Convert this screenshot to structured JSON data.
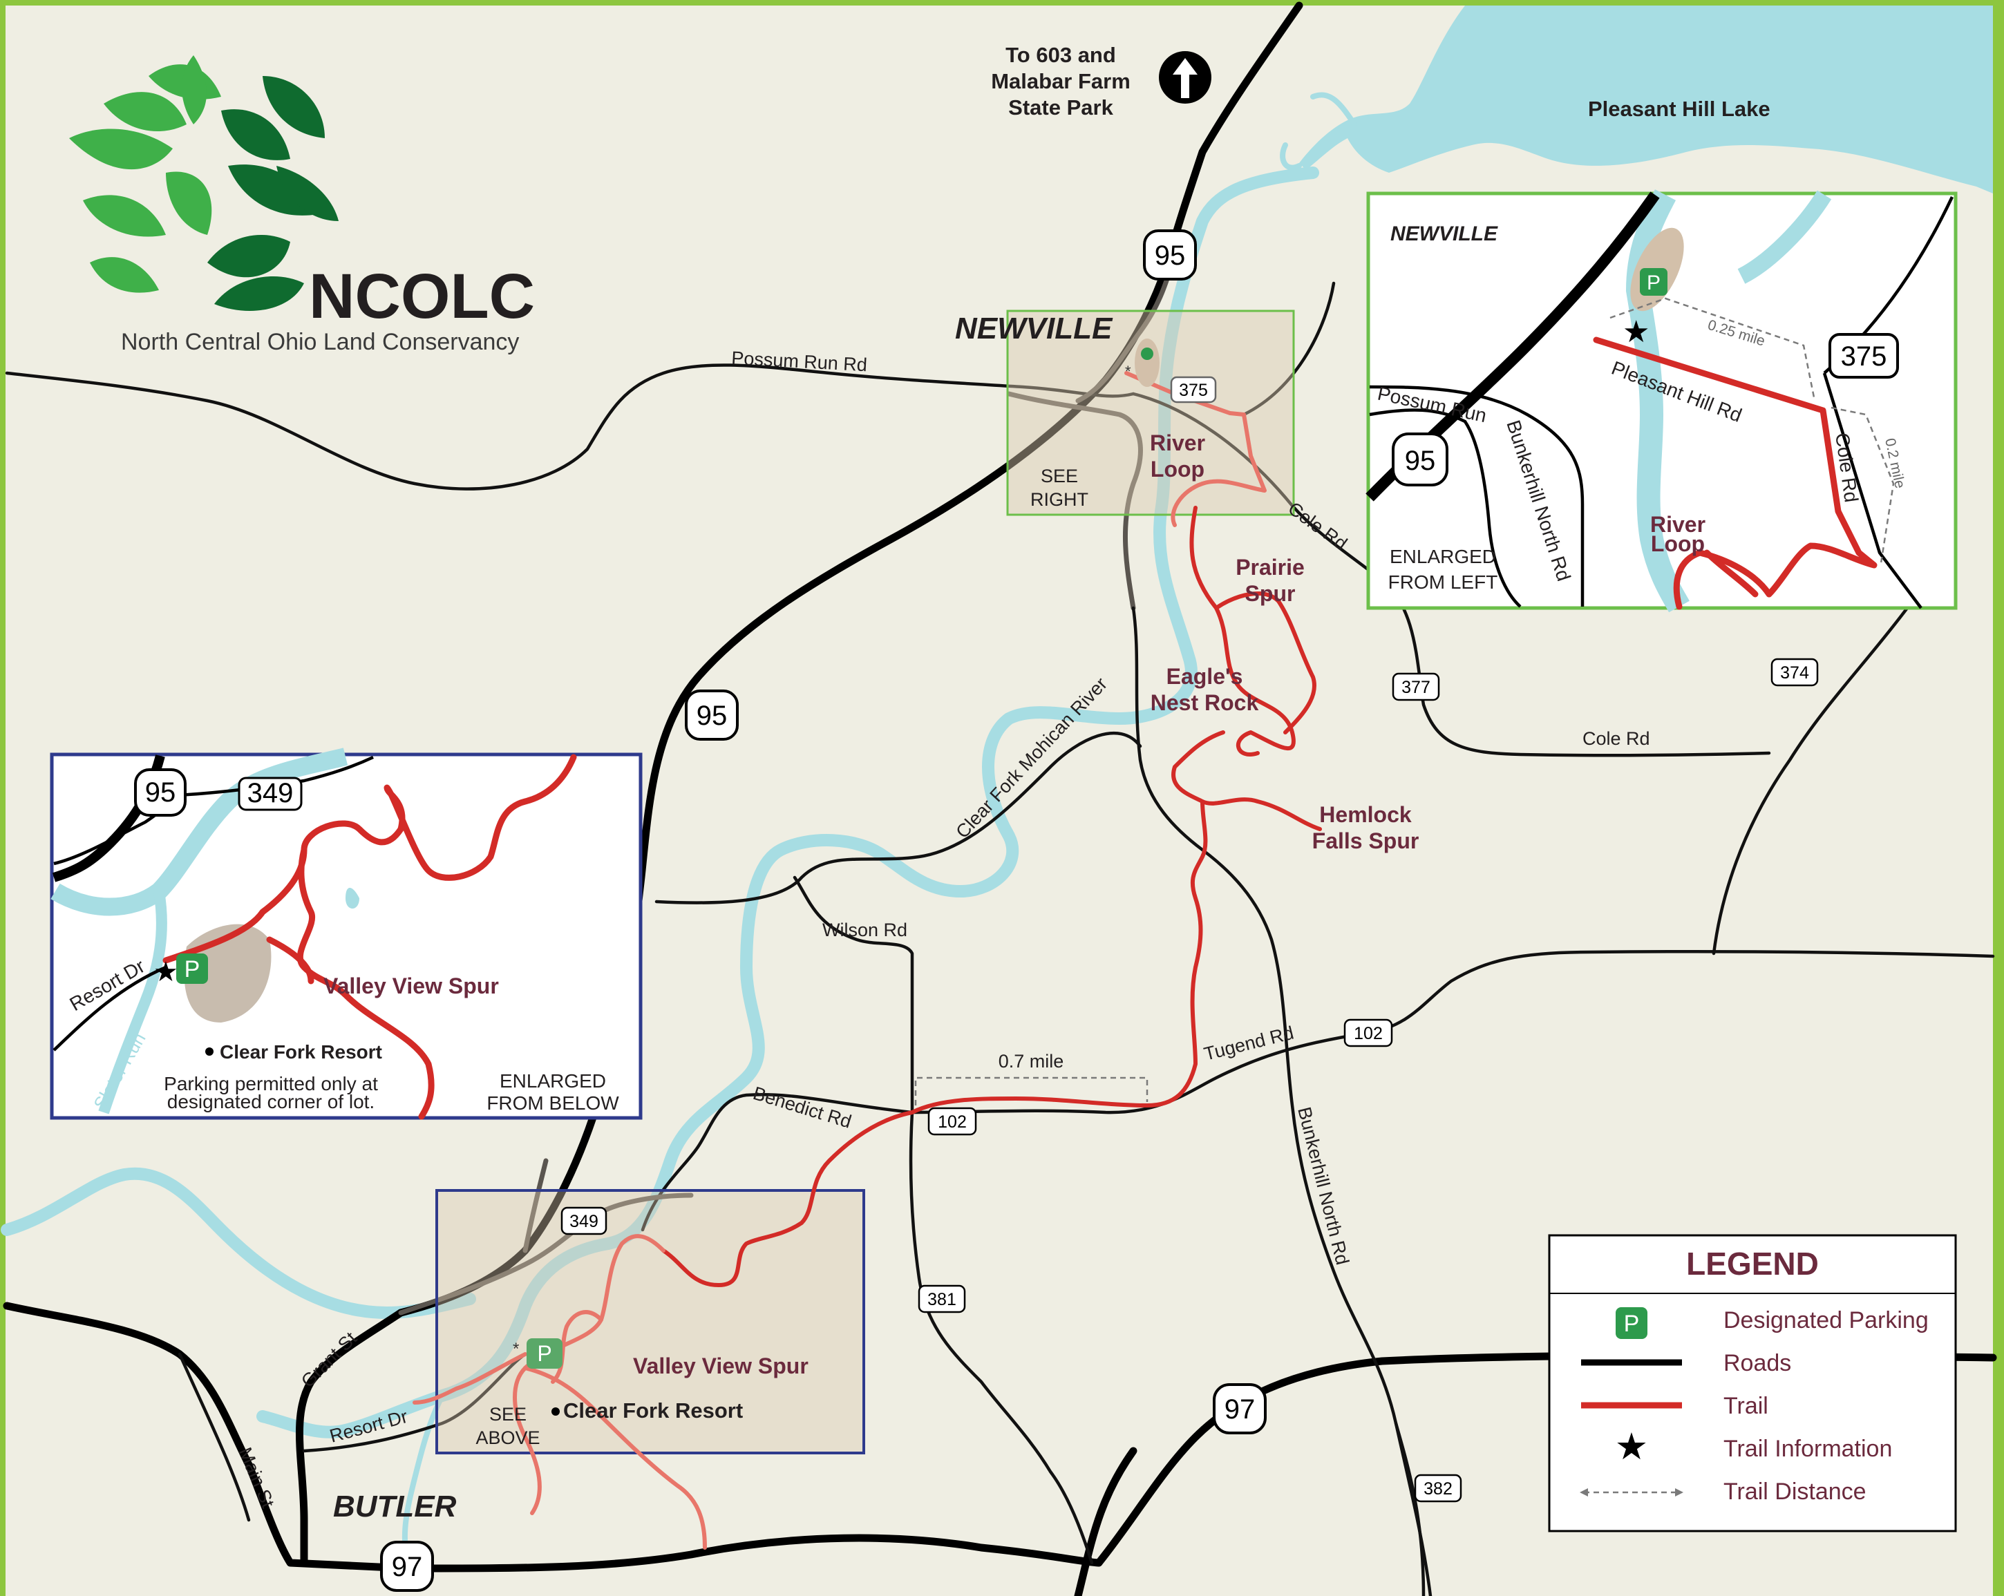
{
  "map": {
    "organization": {
      "abbr": "NCOLC",
      "name": "North Central Ohio Land Conservancy"
    },
    "direction_note": [
      "To 603 and",
      "Malabar Farm",
      "State Park"
    ],
    "lake_label": "Pleasant Hill Lake",
    "towns": {
      "newville": "NEWVILLE",
      "butler": "BUTLER"
    },
    "road_labels": {
      "possum_run": "Possum Run Rd",
      "cole_rd": "Cole Rd",
      "cole_rd_south": "Cole Rd",
      "wilson": "Wilson Rd",
      "tugend": "Tugend Rd",
      "benedict": "Benedict Rd",
      "bunkerhill": "Bunkerhill North Rd",
      "grant": "Grant St",
      "main": "Main St",
      "resort": "Resort Dr",
      "river": "Clear Fork Mohican River"
    },
    "shields": {
      "r95_north": "95",
      "r95_mid": "95",
      "r375": "375",
      "r377": "377",
      "r374": "374",
      "r102_east": "102",
      "r102_west": "102",
      "r349": "349",
      "r381": "381",
      "r97_east": "97",
      "r97_south": "97",
      "r382": "382"
    },
    "trail_labels": {
      "river_loop": [
        "River",
        "Loop"
      ],
      "prairie_spur": [
        "Prairie",
        "Spur"
      ],
      "eagles_nest": [
        "Eagle's",
        "Nest Rock"
      ],
      "hemlock_falls": [
        "Hemlock",
        "Falls Spur"
      ],
      "valley_view": "Valley View Spur"
    },
    "clear_fork_resort": "Clear Fork Resort",
    "distance_main": "0.7 mile",
    "see_right": [
      "SEE",
      "RIGHT"
    ],
    "see_above": [
      "SEE",
      "ABOVE"
    ]
  },
  "inset_newville": {
    "title": "NEWVILLE",
    "shield_95": "95",
    "shield_375": "375",
    "possum_run": "Possum Run",
    "bunkerhill": "Bunkerhill North Rd",
    "pleasant_hill": "Pleasant Hill Rd",
    "cole_rd": "Cole Rd",
    "river_loop": [
      "River",
      "Loop"
    ],
    "distance_1": "0.25 mile",
    "distance_2": "0.2 mile",
    "enlarged_note": [
      "ENLARGED",
      "FROM LEFT"
    ]
  },
  "inset_butler": {
    "shield_95": "95",
    "shield_349": "349",
    "resort_dr": "Resort Dr",
    "slater_run": "Slater Run",
    "valley_view": "Valley View Spur",
    "resort": "Clear Fork Resort",
    "parking_note": [
      "Parking permitted only at",
      "designated corner of lot."
    ],
    "enlarged_note": [
      "ENLARGED",
      "FROM BELOW"
    ]
  },
  "parking_symbol": "P",
  "legend": {
    "title": "LEGEND",
    "items": [
      {
        "symbol": "parking",
        "label": "Designated Parking"
      },
      {
        "symbol": "road",
        "label": "Roads"
      },
      {
        "symbol": "trail",
        "label": "Trail"
      },
      {
        "symbol": "info",
        "label": "Trail Information"
      },
      {
        "symbol": "distance",
        "label": "Trail Distance"
      }
    ]
  },
  "colors": {
    "border": "#8dc63f",
    "background": "#efeee3",
    "water": "#a7dde3",
    "trail": "#d32b27",
    "trail_label": "#6b2a3d",
    "parking": "#2d9a4c",
    "inset_green": "#6cbf4a",
    "inset_blue": "#2e3a8c",
    "logo_light_green": "#3fb049",
    "logo_dark_green": "#0f6b2f"
  }
}
